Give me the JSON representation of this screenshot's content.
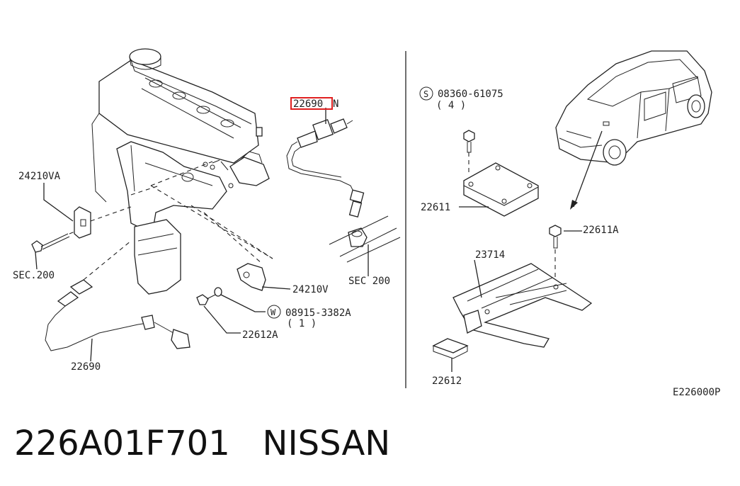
{
  "labels": {
    "p24210va": "24210VA",
    "sec200_left": "SEC.200",
    "p22690_left": "22690",
    "p22690_highlight": "22690",
    "p22690n_suffix": "N",
    "sec200_mid": "SEC 200",
    "p24210v": "24210V",
    "washer_code": "W",
    "washer_part": "08915-3382A",
    "washer_qty": "( 1 )",
    "p22612a": "22612A",
    "screw_code": "S",
    "screw_part": "08360-61075",
    "screw_qty": "( 4 )",
    "p22611": "22611",
    "p22611a": "22611A",
    "p23714": "23714",
    "p22612": "22612",
    "diagram_id": "E226000P"
  },
  "footer": {
    "part_number": "226A01F701",
    "brand": "NISSAN"
  },
  "colors": {
    "highlight": "#e02020",
    "line": "#222222"
  }
}
